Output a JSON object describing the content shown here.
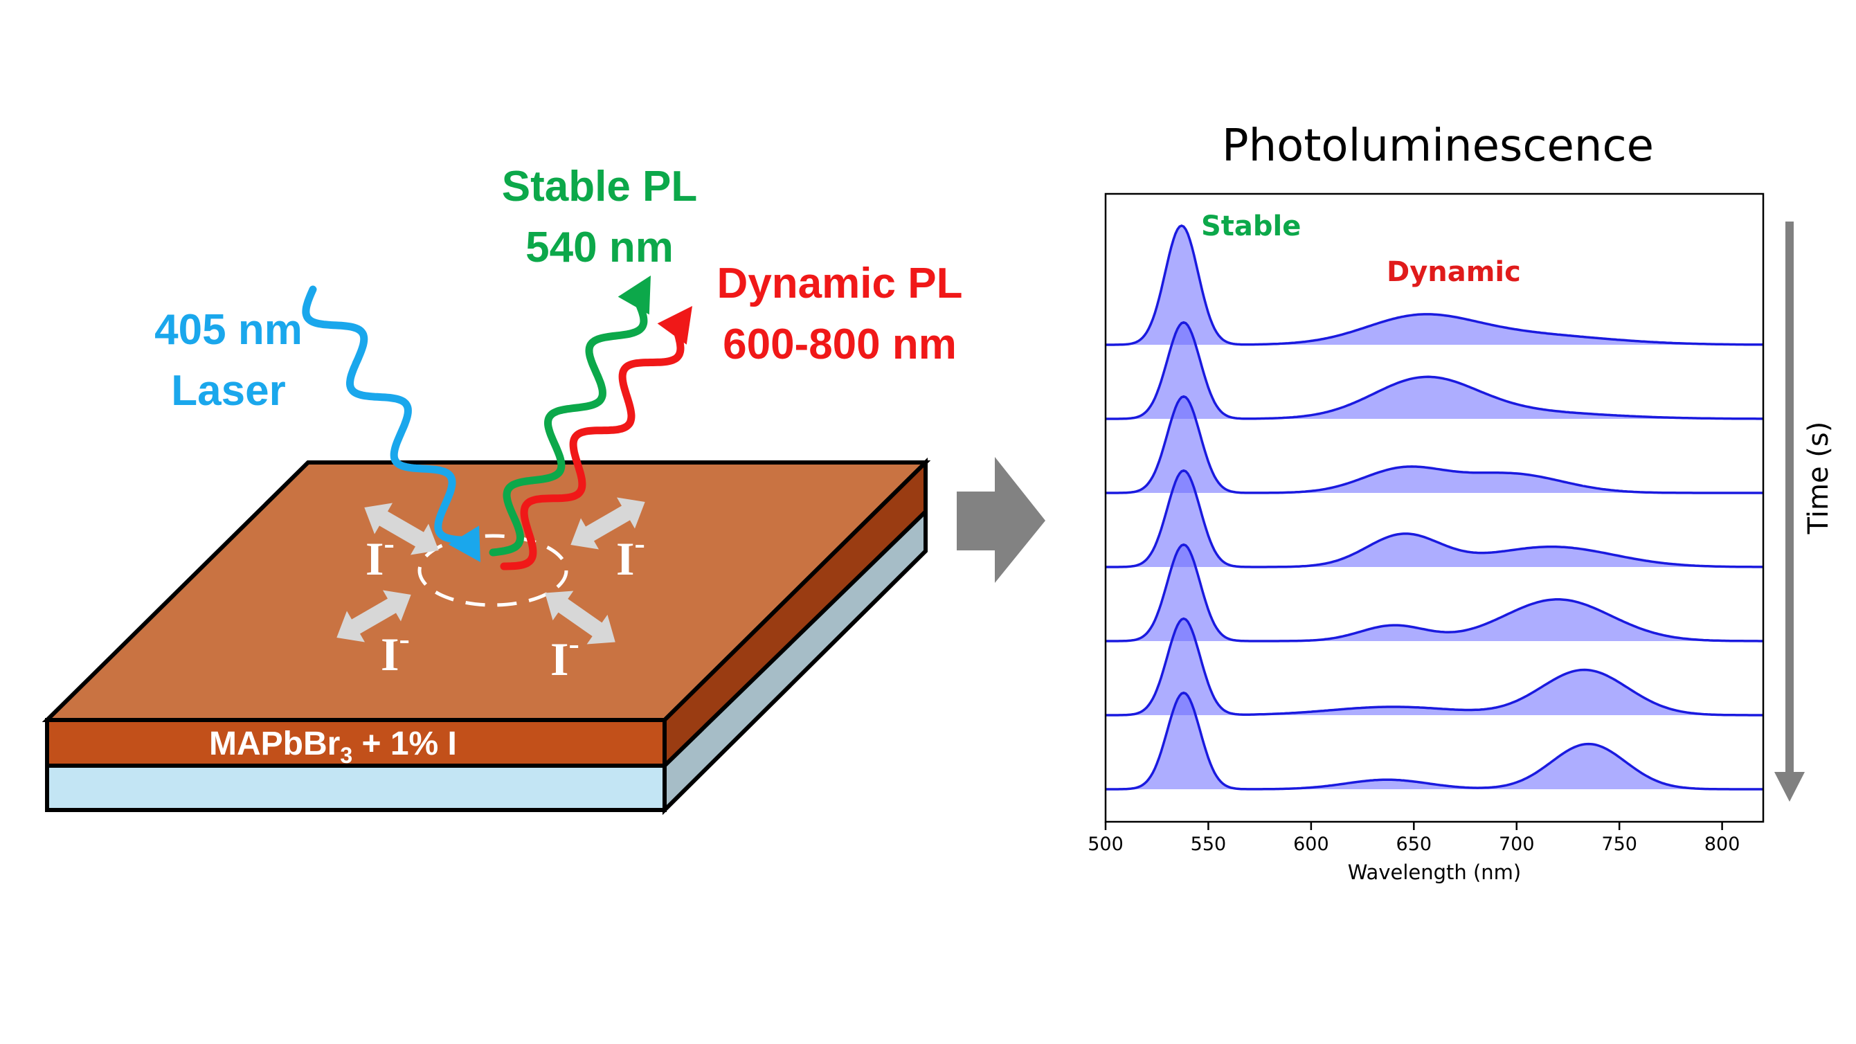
{
  "diagram": {
    "laser_label_line1": "405 nm",
    "laser_label_line2": "Laser",
    "stable_label_line1": "Stable PL",
    "stable_label_line2": "540 nm",
    "dynamic_label_line1": "Dynamic PL",
    "dynamic_label_line2": "600-800 nm",
    "ion_label": "I",
    "ion_charge": "-",
    "film_label_main": "MAPbBr",
    "film_label_sub": "3",
    "film_label_rest": " + 1% I"
  },
  "chart_data": {
    "type": "area",
    "title": "Photoluminescence",
    "xlabel": "Wavelength (nm)",
    "ylabel": "",
    "xlim": [
      500,
      820
    ],
    "xticks": [
      500,
      550,
      600,
      650,
      700,
      750,
      800
    ],
    "annotation_stable": "Stable",
    "annotation_dynamic": "Dynamic",
    "time_label": "Time (s)",
    "series_components": [
      [
        {
          "mu": 537,
          "sig": 8,
          "a": 1.0
        },
        {
          "mu": 652,
          "sig": 26,
          "a": 0.21
        },
        {
          "mu": 700,
          "sig": 40,
          "a": 0.09
        }
      ],
      [
        {
          "mu": 538,
          "sig": 8,
          "a": 0.81
        },
        {
          "mu": 655,
          "sig": 25,
          "a": 0.32
        },
        {
          "mu": 700,
          "sig": 40,
          "a": 0.06
        }
      ],
      [
        {
          "mu": 538,
          "sig": 8,
          "a": 0.81
        },
        {
          "mu": 645,
          "sig": 20,
          "a": 0.2
        },
        {
          "mu": 697,
          "sig": 25,
          "a": 0.16
        }
      ],
      [
        {
          "mu": 538,
          "sig": 8,
          "a": 0.81
        },
        {
          "mu": 645,
          "sig": 18,
          "a": 0.27
        },
        {
          "mu": 717,
          "sig": 30,
          "a": 0.17
        }
      ],
      [
        {
          "mu": 538,
          "sig": 8,
          "a": 0.81
        },
        {
          "mu": 640,
          "sig": 16,
          "a": 0.13
        },
        {
          "mu": 720,
          "sig": 26,
          "a": 0.35
        }
      ],
      [
        {
          "mu": 538,
          "sig": 8,
          "a": 0.81
        },
        {
          "mu": 640,
          "sig": 30,
          "a": 0.07
        },
        {
          "mu": 733,
          "sig": 21,
          "a": 0.38
        }
      ],
      [
        {
          "mu": 538,
          "sig": 8,
          "a": 0.81
        },
        {
          "mu": 637,
          "sig": 20,
          "a": 0.08
        },
        {
          "mu": 735,
          "sig": 18,
          "a": 0.38
        }
      ]
    ],
    "line_color": "#1a1adf",
    "fill_color": "#6a6aff"
  }
}
